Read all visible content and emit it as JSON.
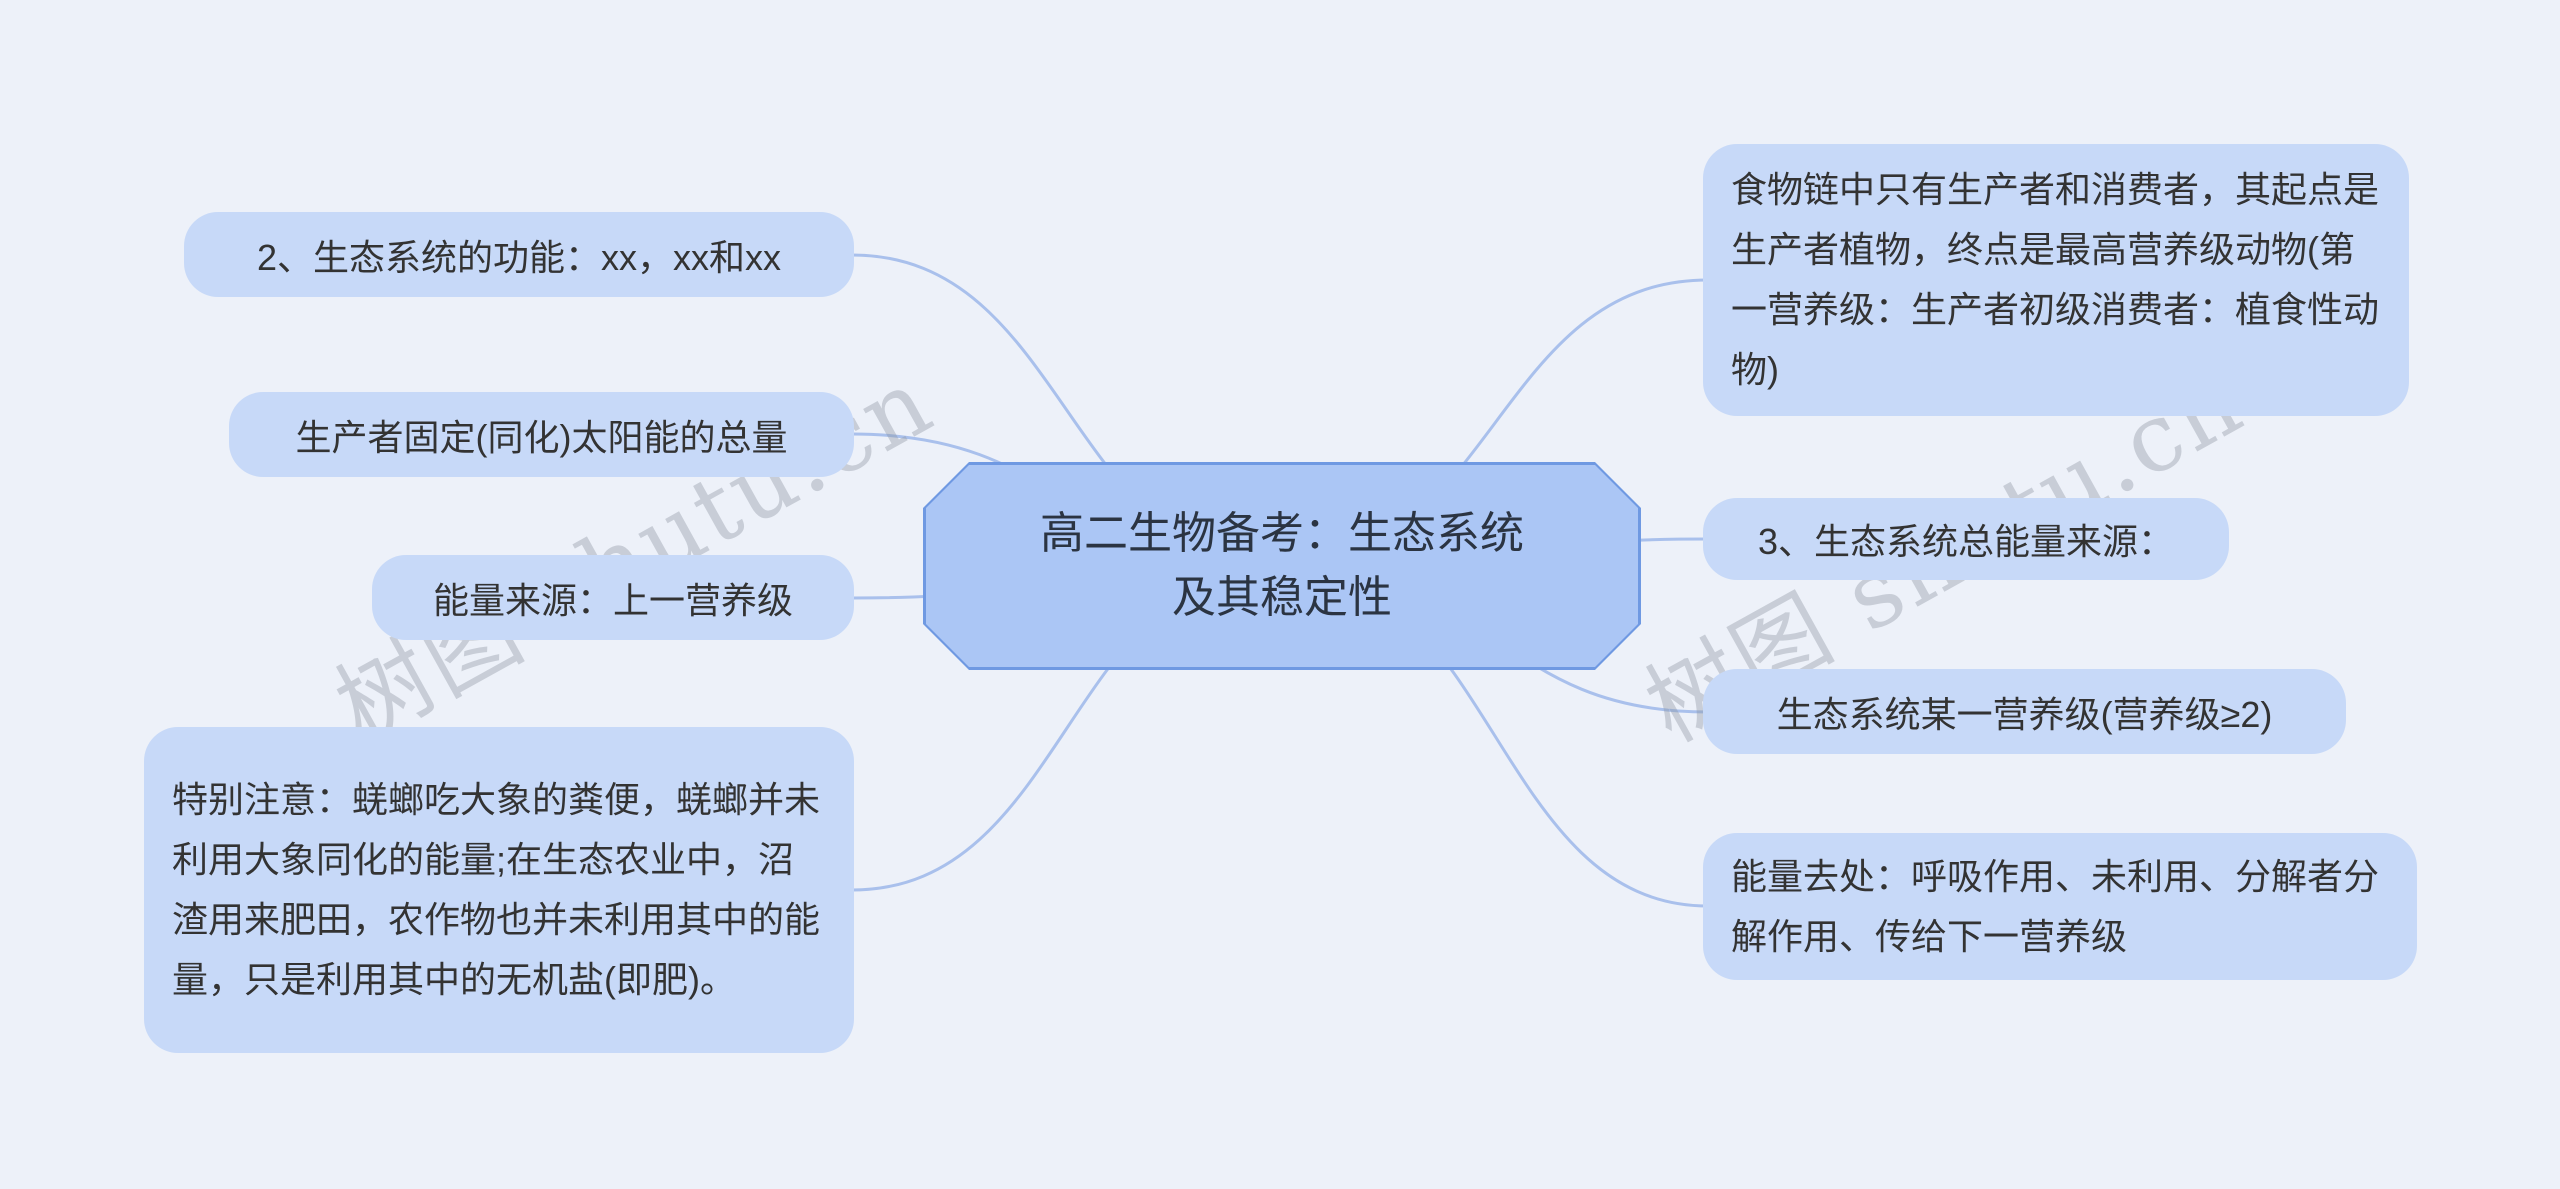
{
  "canvas": {
    "background": "#edf1f9"
  },
  "colors": {
    "branch_node_fill": "#c7d9f8",
    "center_node_fill": "#abc6f5",
    "center_node_border": "#6f99e2",
    "connector": "#a9c0ec",
    "text": "#333333",
    "watermark": "#8b92a0"
  },
  "center": {
    "text": "高二生物备考：生态系统及其稳定性"
  },
  "left_nodes": [
    {
      "text": "2、生态系统的功能：xx，xx和xx"
    },
    {
      "text": "生产者固定(同化)太阳能的总量"
    },
    {
      "text": "能量来源：上一营养级"
    },
    {
      "text": "特别注意：蜣螂吃大象的粪便，蜣螂并未利用大象同化的能量;在生态农业中，沼渣用来肥田，农作物也并未利用其中的能量，只是利用其中的无机盐(即肥)。"
    }
  ],
  "right_nodes": [
    {
      "text": "食物链中只有生产者和消费者，其起点是生产者植物，终点是最高营养级动物(第一营养级：生产者初级消费者：植食性动物)"
    },
    {
      "text": "3、生态系统总能量来源："
    },
    {
      "text": "生态系统某一营养级(营养级≥2)"
    },
    {
      "text": "能量去处：呼吸作用、未利用、分解者分解作用、传给下一营养级"
    }
  ],
  "watermark": {
    "text": "树图 shutu.cn"
  }
}
